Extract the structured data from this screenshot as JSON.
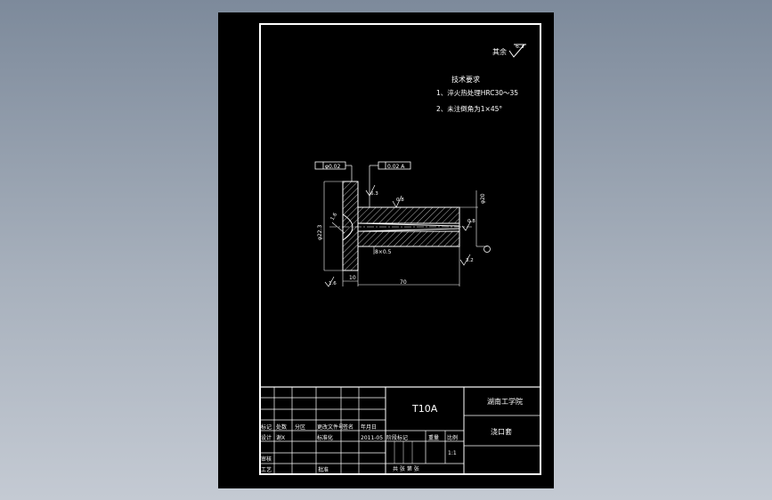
{
  "roughness": {
    "prefix": "其余",
    "value": "6.3"
  },
  "tech_requirements": {
    "title": "技术要求",
    "items": [
      "1、淬火热处理HRC30～35",
      "2、未注倒角为1×45°"
    ]
  },
  "drawing": {
    "tolerance_1": "φ0.02",
    "tolerance_2": "0.02 A",
    "chamfer_label": "8×0.5",
    "dim_left": "10",
    "dim_length": "70",
    "dim_diameter_flange": "φ22.3",
    "dim_diameter_shaft": "φ20",
    "rough_1": "0.8",
    "rough_2": "0.8",
    "rough_3": "6.3",
    "rough_4": "1.6",
    "rough_5": "1.6",
    "rough_6": "3.2",
    "angle": "R",
    "datum": "A"
  },
  "title_block": {
    "material": "T10A",
    "school": "湖南工学院",
    "part_name": "浇口套",
    "rows": {
      "r4": [
        "标记",
        "处数",
        "分区",
        "更改文件号",
        "签名",
        "年月日"
      ],
      "r5": [
        "设计",
        "谢X",
        "",
        "标准化",
        "",
        "2011-05"
      ],
      "r6": [
        "审核",
        ""
      ],
      "r7": [
        "工艺",
        "",
        "",
        "批准"
      ]
    },
    "mid_headers": [
      "阶段标记",
      "重量",
      "比例"
    ],
    "scale": "1:1",
    "sheets": "共 张 第 张"
  }
}
